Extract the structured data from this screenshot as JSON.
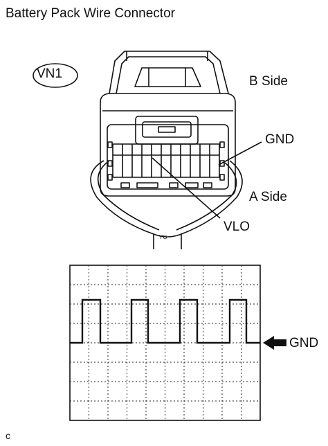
{
  "title": "Battery Pack Wire Connector",
  "connector": {
    "code": "VN1",
    "b_side_label": "B Side",
    "a_side_label": "A Side",
    "gnd_pin_label": "GND",
    "vlo_pin_label": "VLO"
  },
  "waveform": {
    "reference_label": "GND"
  },
  "footer": "c"
}
